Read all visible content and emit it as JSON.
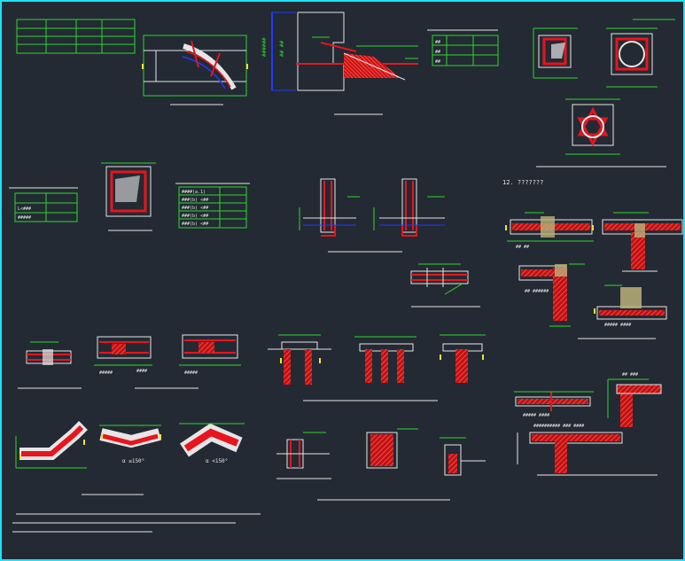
{
  "canvas": {
    "background": "#232a33",
    "border_color": "#19e3ff"
  },
  "colors": {
    "green": "#2bd82b",
    "red": "#e8141e",
    "white": "#e6e6e6",
    "yellow": "#f2e23a",
    "blue": "#1f3bff",
    "tan": "#b9b07a",
    "hatch": "#ff5a2a"
  },
  "section_12": {
    "label": "12. ???????"
  },
  "labels": {
    "angle_ge": "α ≥150°",
    "angle_lt": "α <150°"
  },
  "icons": {
    "axis-break-symbol": "zigzag",
    "dimension-tick": "slash"
  }
}
